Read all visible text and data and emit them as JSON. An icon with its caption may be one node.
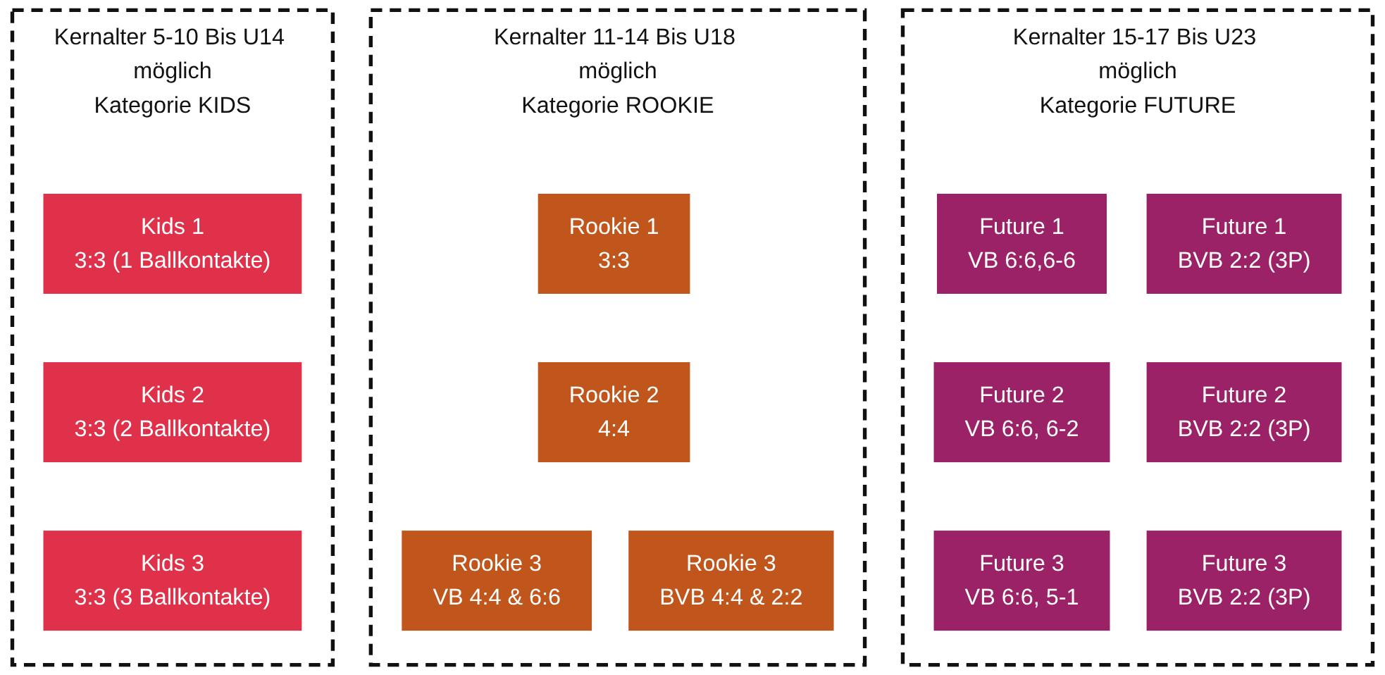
{
  "diagram": {
    "nodes": [
      {
        "text": [
          "Kernalter 5-10 Bis U14 möglich",
          "Kategorie KIDS"
        ]
      },
      {
        "text": [
          "Kids 1",
          "3:3 (1 Ballkontakte)"
        ],
        "in": 0
      },
      {
        "text": [
          "Kids 2",
          "3:3 (2 Ballkontakte)"
        ],
        "in": 0
      },
      {
        "text": [
          "Kids 3",
          "3:3 (3 Ballkontakte)"
        ],
        "in": 0
      },
      {
        "text": [
          "Kernalter 11-14 Bis U18 möglich",
          "Kategorie ROOKIE"
        ]
      },
      {
        "text": [
          "Rookie 1",
          "3:3"
        ],
        "in": 4
      },
      {
        "text": [
          "Rookie 2",
          "4:4"
        ],
        "in": 4
      },
      {
        "text": [
          "Rookie 3",
          "VB 4:4 & 6:6"
        ],
        "in": 4
      },
      {
        "text": [
          "Rookie 3",
          "BVB 4:4 & 2:2"
        ],
        "in": 4
      },
      {
        "text": [
          "Kernalter 15-17 Bis U23 möglich",
          "Kategorie FUTURE"
        ]
      },
      {
        "text": [
          "Future 1",
          "VB 6:6,6-6"
        ],
        "in": 9
      },
      {
        "text": [
          "Future 1",
          "BVB 2:2 (3P)"
        ],
        "in": 9
      },
      {
        "text": [
          "Future 2",
          "VB 6:6, 6-2"
        ],
        "in": 9
      },
      {
        "text": [
          "Future 2",
          "BVB 2:2 (3P)"
        ],
        "in": 9
      },
      {
        "text": [
          "Future 3",
          "VB 6:6, 5-1"
        ],
        "in": 9
      },
      {
        "text": [
          "Future 3",
          "BVB 2:2 (3P)"
        ],
        "in": 9
      }
    ],
    "edges": []
  }
}
